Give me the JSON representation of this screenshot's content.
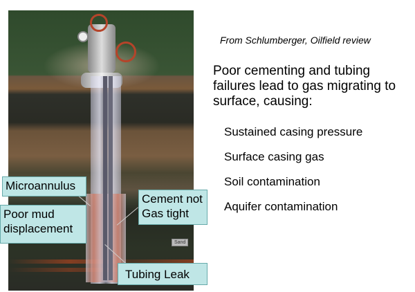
{
  "source_note": "From Schlumberger, Oilfield review",
  "main_text": "Poor cementing and tubing failures lead to gas migrating to surface, causing:",
  "bullets": [
    "Sustained casing pressure",
    "Surface casing gas",
    "Soil contamination",
    "Aquifer contamination"
  ],
  "callouts": {
    "microannulus": "Microannulus",
    "poor_mud_1": "Poor mud",
    "poor_mud_2": "displacement",
    "cement_1": "Cement not",
    "cement_2": "Gas tight",
    "tubing_leak": "Tubing Leak"
  },
  "illustration_labels": {
    "sand": "Sand"
  }
}
